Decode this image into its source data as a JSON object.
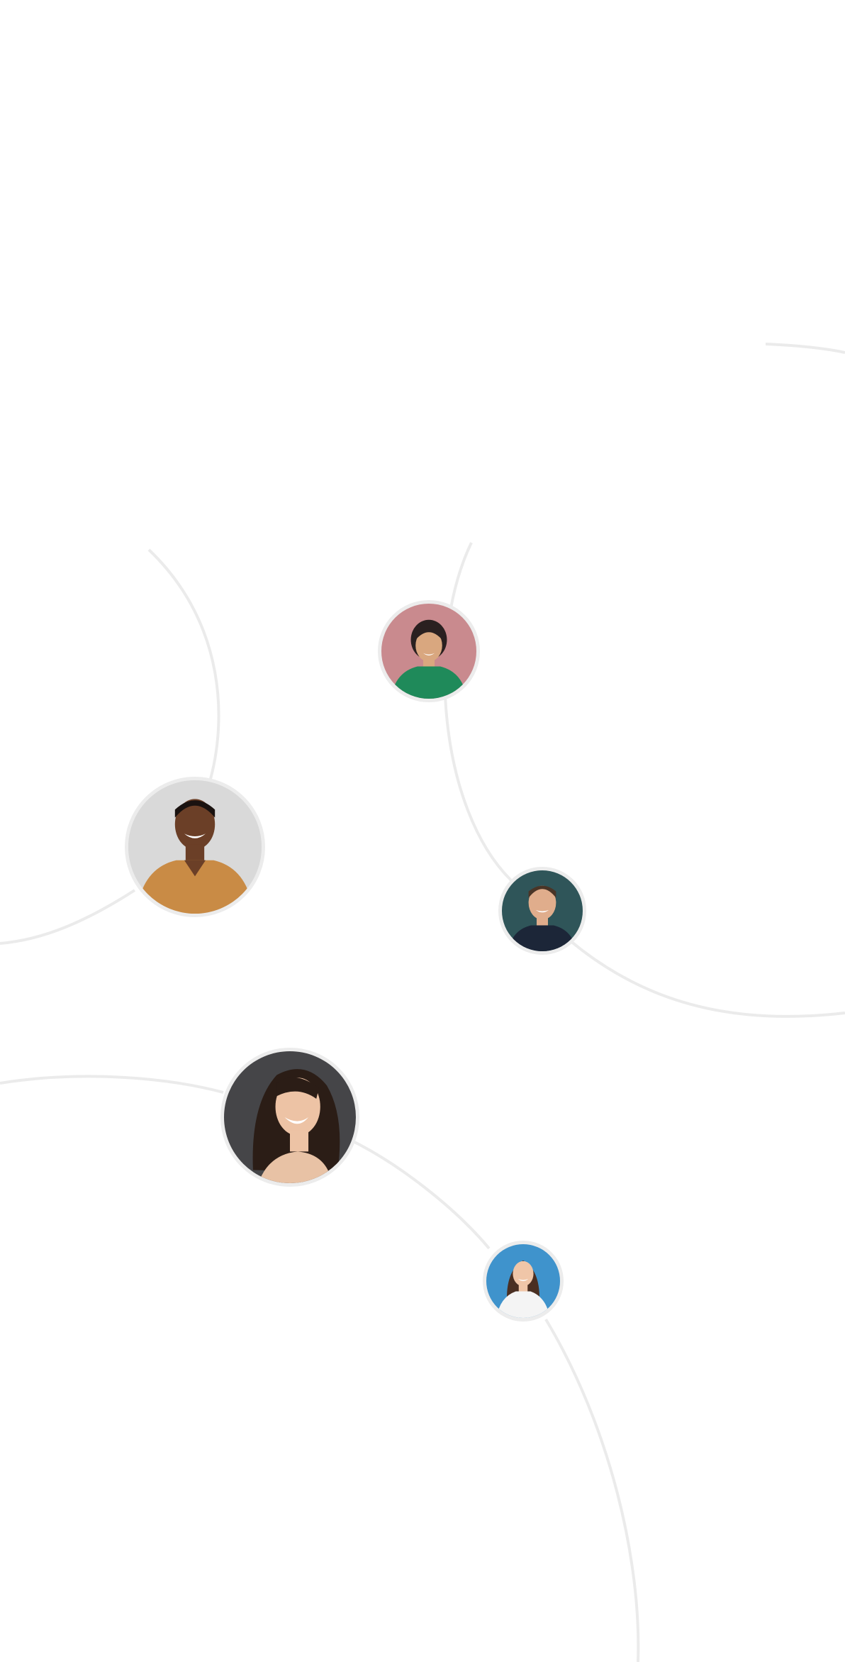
{
  "scene": {
    "background_color": "#ffffff",
    "orbit_color": "#ebebeb",
    "avatar_ring_color": "#ececec"
  },
  "avatars": [
    {
      "name": "avatar-woman-green-shirt-pink-background",
      "background": "#c98a8e",
      "clothing": "#1f8a5a",
      "skin": "#d9a77f",
      "hair": "#2a2020"
    },
    {
      "name": "avatar-man-mustard-shirt-grey-background",
      "background": "#d9d9d9",
      "clothing": "#c98b45",
      "skin": "#6b3f27",
      "hair": "#1a1210"
    },
    {
      "name": "avatar-man-navy-shirt-teal-background",
      "background": "#2f5559",
      "clothing": "#1c2638",
      "skin": "#e0ad8c",
      "hair": "#4a3527"
    },
    {
      "name": "avatar-woman-dark-hair-dark-background",
      "background": "#454548",
      "clothing": "#e8c2a5",
      "skin": "#edc3a5",
      "hair": "#2b1d16"
    },
    {
      "name": "avatar-girl-white-shirt-blue-background",
      "background": "#3f93cc",
      "clothing": "#f4f4f4",
      "skin": "#f0c6a8",
      "hair": "#4a2f22"
    }
  ]
}
